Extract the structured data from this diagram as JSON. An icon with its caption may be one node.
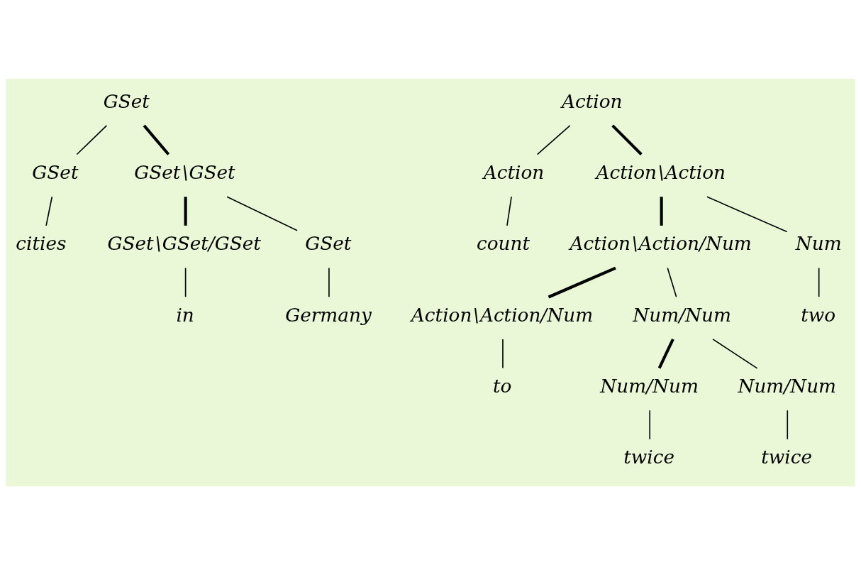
{
  "diagram": {
    "nodes": [
      {
        "text": [
          "GSet"
        ]
      },
      {
        "text": [
          "GSet"
        ]
      },
      {
        "text": [
          "GSet\\GSet"
        ]
      },
      {
        "text": [
          "cities"
        ]
      },
      {
        "text": [
          "GSet\\GSet/GSet"
        ]
      },
      {
        "text": [
          "GSet"
        ]
      },
      {
        "text": [
          "in"
        ]
      },
      {
        "text": [
          "Germany"
        ]
      },
      {
        "text": [
          "Action"
        ]
      },
      {
        "text": [
          "Action"
        ]
      },
      {
        "text": [
          "Action\\Action"
        ]
      },
      {
        "text": [
          "count"
        ]
      },
      {
        "text": [
          "Action\\Action/Num"
        ]
      },
      {
        "text": [
          "Num"
        ]
      },
      {
        "text": [
          "Action\\Action/Num"
        ]
      },
      {
        "text": [
          "Num/Num"
        ]
      },
      {
        "text": [
          "two"
        ]
      },
      {
        "text": [
          "to"
        ]
      },
      {
        "text": [
          "Num/Num"
        ]
      },
      {
        "text": [
          "Num/Num"
        ]
      },
      {
        "text": [
          "twice"
        ]
      },
      {
        "text": [
          "twice"
        ]
      }
    ],
    "edges": [
      {
        "from": 0,
        "to": 1,
        "arrow": "none"
      },
      {
        "from": 0,
        "to": 2,
        "arrow": "none",
        "style": "thick"
      },
      {
        "from": 1,
        "to": 3,
        "arrow": "none"
      },
      {
        "from": 2,
        "to": 4,
        "arrow": "none",
        "style": "thick"
      },
      {
        "from": 2,
        "to": 5,
        "arrow": "none"
      },
      {
        "from": 4,
        "to": 6,
        "arrow": "none"
      },
      {
        "from": 5,
        "to": 7,
        "arrow": "none"
      },
      {
        "from": 8,
        "to": 9,
        "arrow": "none"
      },
      {
        "from": 8,
        "to": 10,
        "arrow": "none",
        "style": "thick"
      },
      {
        "from": 9,
        "to": 11,
        "arrow": "none"
      },
      {
        "from": 10,
        "to": 12,
        "arrow": "none",
        "style": "thick"
      },
      {
        "from": 10,
        "to": 13,
        "arrow": "none"
      },
      {
        "from": 12,
        "to": 14,
        "arrow": "none",
        "style": "thick"
      },
      {
        "from": 12,
        "to": 15,
        "arrow": "none"
      },
      {
        "from": 13,
        "to": 16,
        "arrow": "none"
      },
      {
        "from": 14,
        "to": 17,
        "arrow": "none"
      },
      {
        "from": 15,
        "to": 18,
        "arrow": "none",
        "style": "thick"
      },
      {
        "from": 15,
        "to": 19,
        "arrow": "none"
      },
      {
        "from": 18,
        "to": 20,
        "arrow": "none"
      },
      {
        "from": 19,
        "to": 21,
        "arrow": "none"
      }
    ]
  }
}
